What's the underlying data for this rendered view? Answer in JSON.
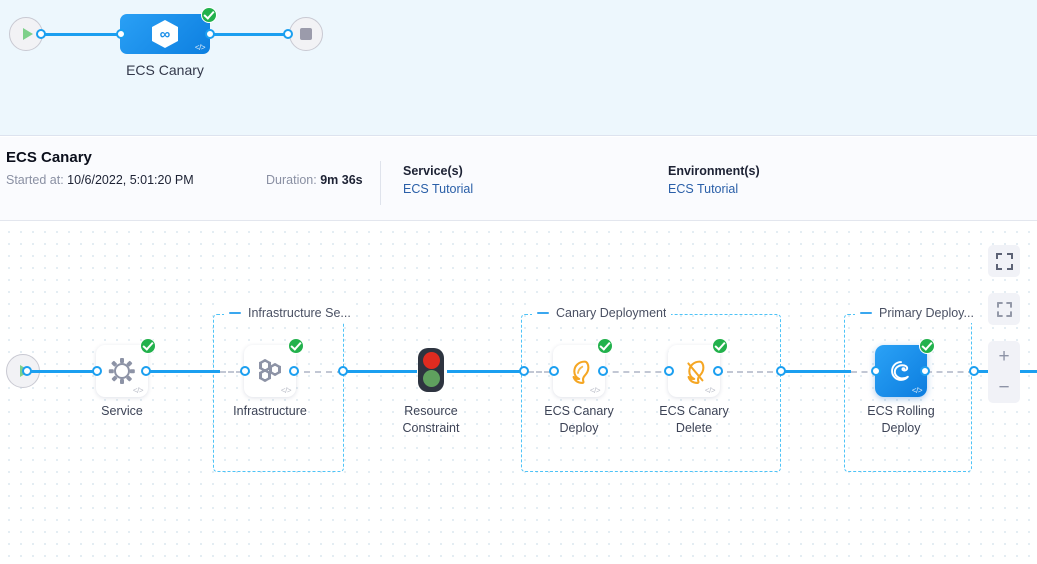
{
  "pipeline_bar": {
    "start_icon": "play-icon",
    "stop_icon": "stop-icon",
    "node": {
      "icon": "harness-hexagon-icon",
      "status": "success",
      "code_badge": "</>",
      "label": "ECS Canary"
    }
  },
  "details": {
    "title": "ECS Canary",
    "started_label": "Started at",
    "started_value": "10/6/2022, 5:01:20 PM",
    "duration_label": "Duration",
    "duration_value": "9m 36s",
    "services": {
      "heading": "Service(s)",
      "value": "ECS Tutorial"
    },
    "environments": {
      "heading": "Environment(s)",
      "value": "ECS Tutorial"
    }
  },
  "canvas": {
    "start_icon": "play-icon",
    "groups": [
      {
        "name": "Infrastructure Se...",
        "toggle": "collapse-dash-icon"
      },
      {
        "name": "Canary Deployment",
        "toggle": "collapse-dash-icon"
      },
      {
        "name": "Primary Deploy...",
        "toggle": "collapse-dash-icon"
      }
    ],
    "nodes": [
      {
        "label": "Service",
        "icon": "gear-icon",
        "status": "success",
        "code_badge": "</>"
      },
      {
        "label": "Infrastructure",
        "icon": "infrastructure-hexagons-icon",
        "status": "success",
        "code_badge": "</>"
      },
      {
        "label": "Resource\nConstraint",
        "label_line1": "Resource",
        "label_line2": "Constraint",
        "icon": "traffic-light-icon",
        "status": "none"
      },
      {
        "label_line1": "ECS Canary",
        "label_line2": "Deploy",
        "icon": "canary-bird-icon",
        "status": "success",
        "code_badge": "</>"
      },
      {
        "label_line1": "ECS Canary",
        "label_line2": "Delete",
        "icon": "canary-bird-icon",
        "status": "success",
        "code_badge": "</>"
      },
      {
        "label_line1": "ECS Rolling",
        "label_line2": "Deploy",
        "icon": "ecs-rolling-icon",
        "status": "success",
        "code_badge": "</>",
        "selected": true
      }
    ]
  },
  "toolbar": {
    "expand_icon": "fullscreen-icon",
    "select_icon": "marquee-select-icon",
    "zoom_in": "+",
    "zoom_out": "−"
  },
  "colors": {
    "accent_blue": "#1b9ff0",
    "node_blue": "#0d7fe0",
    "success_green": "#22b14c",
    "group_border": "#4ec3f7",
    "banner_bg": "#edf7fd",
    "canary_orange": "#f5a623",
    "traffic_red": "#e02b20",
    "traffic_green": "#5fa05e"
  }
}
